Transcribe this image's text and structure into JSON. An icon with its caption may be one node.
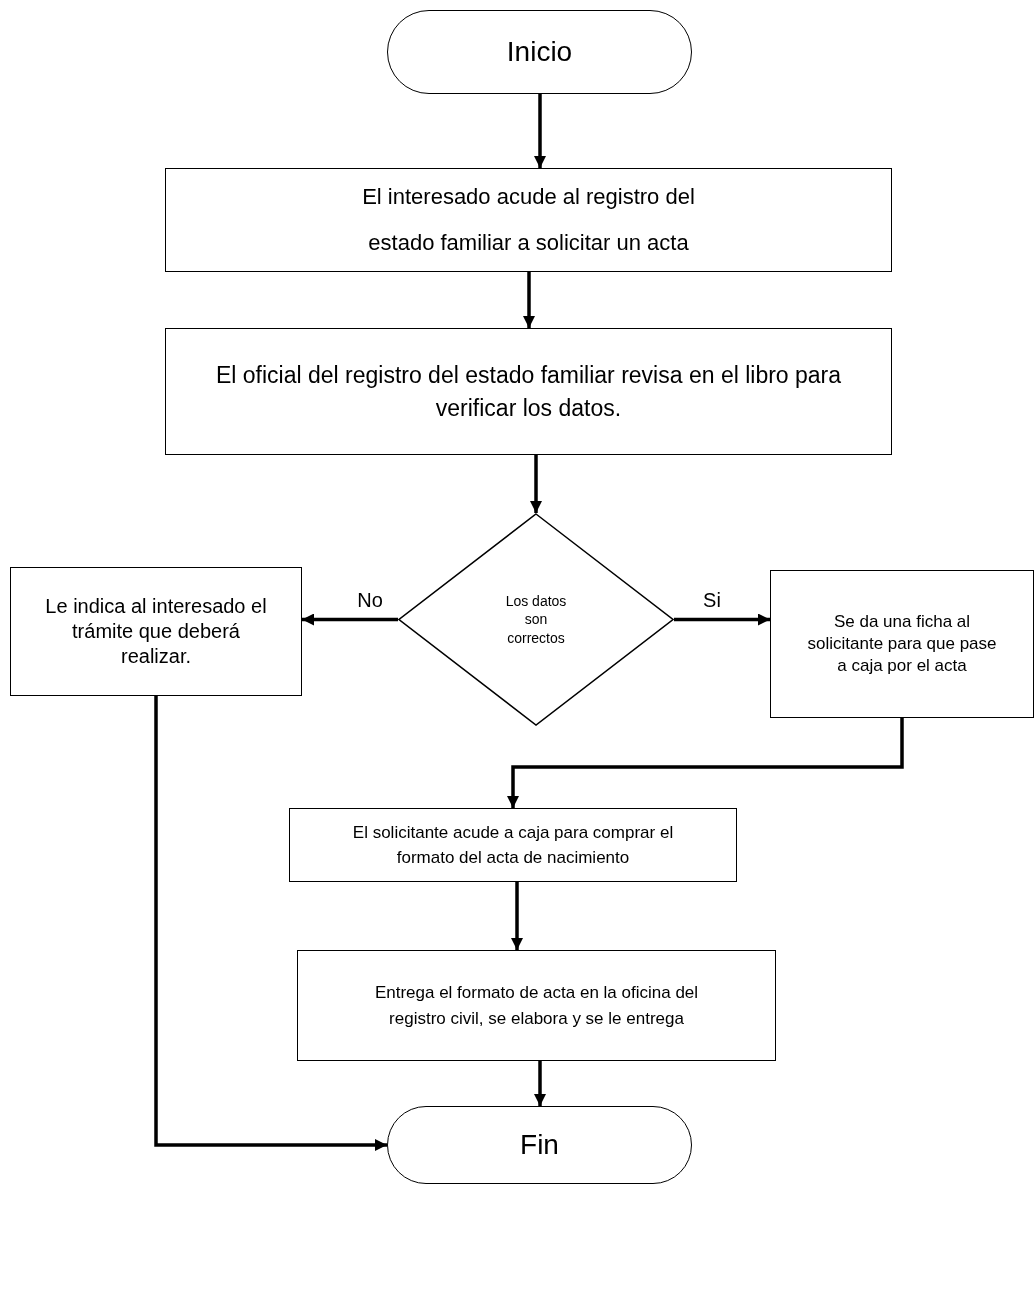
{
  "diagram": {
    "nodes": [
      {
        "text": [
          "Inicio"
        ]
      },
      {
        "text": [
          "El interesado acude al registro del estado familiar a solicitar un acta"
        ]
      },
      {
        "text": [
          "El oficial del registro del estado familiar revisa en el libro para verificar los datos."
        ]
      },
      {
        "text": [
          "Los datos son correctos"
        ]
      },
      {
        "text": [
          "Le indica al interesado el trámite que deberá realizar."
        ]
      },
      {
        "text": [
          "Se da una ficha al solicitante para que pase a caja por el acta"
        ]
      },
      {
        "text": [
          "El solicitante acude a caja para comprar el formato del acta de nacimiento"
        ]
      },
      {
        "text": [
          "Entrega el formato de acta en la oficina del registro civil, se elabora y se le entrega"
        ]
      },
      {
        "text": [
          "Fin"
        ]
      }
    ],
    "edges": [
      {
        "from": 0,
        "to": 1,
        "arrow": "to"
      },
      {
        "from": 1,
        "to": 2,
        "arrow": "to"
      },
      {
        "from": 2,
        "to": 3,
        "arrow": "to"
      },
      {
        "from": 3,
        "to": 4,
        "arrow": "to",
        "label": "No"
      },
      {
        "from": 3,
        "to": 5,
        "arrow": "to",
        "label": "Si"
      },
      {
        "from": 5,
        "to": 6,
        "arrow": "to"
      },
      {
        "from": 6,
        "to": 7,
        "arrow": "to"
      },
      {
        "from": 7,
        "to": 8,
        "arrow": "to"
      },
      {
        "from": 4,
        "to": 8,
        "arrow": "to"
      }
    ]
  }
}
